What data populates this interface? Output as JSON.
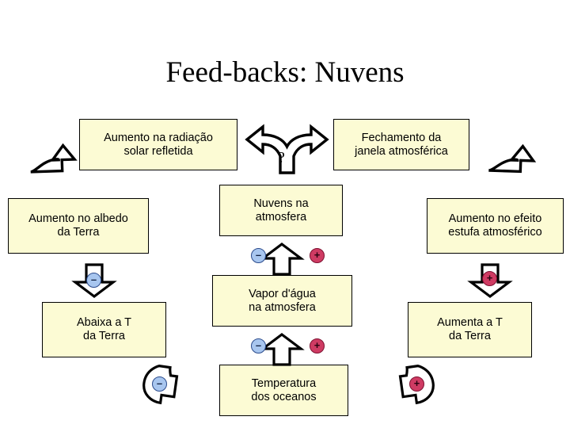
{
  "title": "Feed-backs: Nuvens",
  "colors": {
    "box_fill": "#fcfbd4",
    "box_border": "#000000",
    "minus_badge": "#a8c6ef",
    "plus_badge": "#cf3b63",
    "background": "#ffffff"
  },
  "nodes": {
    "radiacao": "Aumento na radiação\nsolar refletida",
    "janela": "Fechamento da\njanela atmosférica",
    "albedo": "Aumento no albedo\nda Terra",
    "nuvens": "Nuvens na\natmosfera",
    "estufa": "Aumento no efeito\nestufa atmosférico",
    "abaixa": "Abaixa a T\nda Terra",
    "vapor": "Vapor d'água\nna atmosfera",
    "aumenta": "Aumenta a T\nda Terra",
    "oceanos": "Temperatura\ndos oceanos"
  },
  "connectors": {
    "question_mark": "?",
    "minus_symbol": "–",
    "plus_symbol": "+",
    "signs": {
      "albedo_down": "–",
      "nuvens_left": "–",
      "nuvens_right": "+",
      "estufa_down": "+",
      "abaixa_loop": "–",
      "vapor_left": "–",
      "vapor_right": "+",
      "aumenta_loop": "+"
    }
  }
}
